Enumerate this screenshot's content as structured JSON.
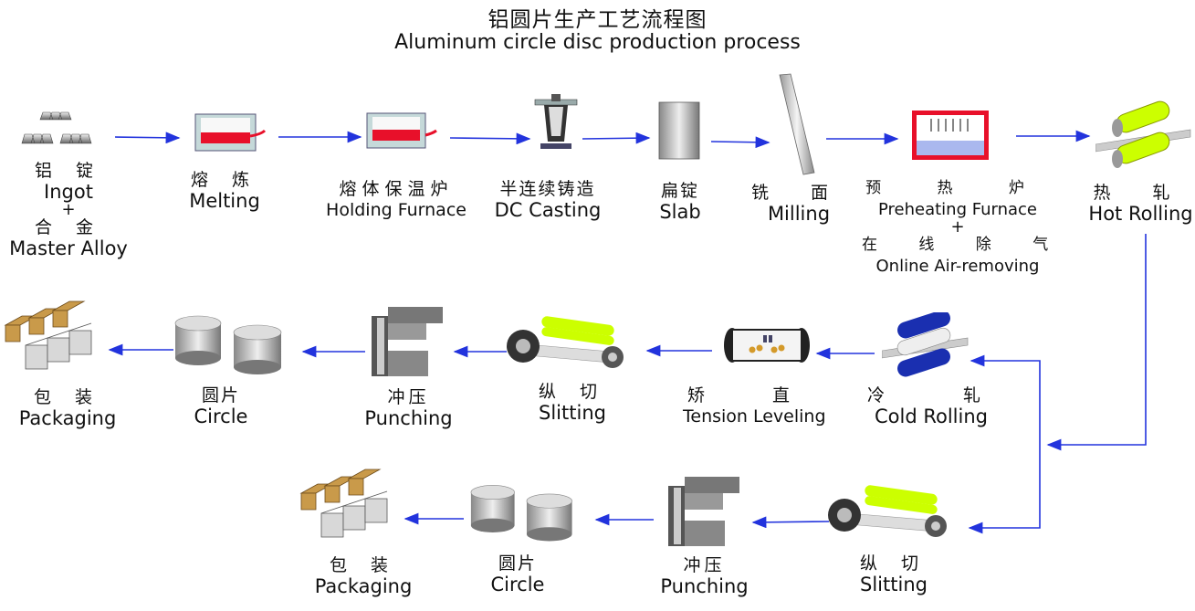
{
  "title_cn": "铝圆片生产工艺流程图",
  "title_en": "Aluminum circle disc production process",
  "steps": {
    "ingot": {
      "cn1": "铝 锭",
      "en1": "Ingot",
      "plus": "+",
      "cn2": "合 金",
      "en2": "Master Alloy"
    },
    "melting": {
      "cn": "熔 炼",
      "en": "Melting"
    },
    "holding": {
      "cn": "熔体保温炉",
      "en": "Holding Furnace"
    },
    "dc": {
      "cn": "半连续铸造",
      "en": "DC  Casting"
    },
    "slab": {
      "cn": "扁锭",
      "en": "Slab"
    },
    "milling": {
      "cn": "铣 面",
      "en": "Milling"
    },
    "preheat": {
      "cn1": "预 热 炉",
      "en1": "Preheating Furnace",
      "plus": "+",
      "cn2": "在 线 除 气",
      "en2": "Online Air-removing"
    },
    "hotroll": {
      "cn": "热 轧",
      "en": "Hot Rolling"
    },
    "coldroll": {
      "cn": "冷 轧",
      "en": "Cold Rolling"
    },
    "tension": {
      "cn": "矫 直",
      "en": "Tension Leveling"
    },
    "slit1": {
      "cn": "纵 切",
      "en": "Slitting"
    },
    "punch1": {
      "cn": "冲压",
      "en": "Punching"
    },
    "circle1": {
      "cn": "圆片",
      "en": "Circle"
    },
    "pack1": {
      "cn": "包 装",
      "en": "Packaging"
    },
    "slit2": {
      "cn": "纵 切",
      "en": "Slitting"
    },
    "punch2": {
      "cn": "冲压",
      "en": "Punching"
    },
    "circle2": {
      "cn": "圆片",
      "en": "Circle"
    },
    "pack2": {
      "cn": "包 装",
      "en": "Packaging"
    }
  },
  "colors": {
    "arrow": "#2233dd",
    "molten": "#e8102a",
    "roller": "#ccff00",
    "cold_roller": "#1a2fb0"
  }
}
